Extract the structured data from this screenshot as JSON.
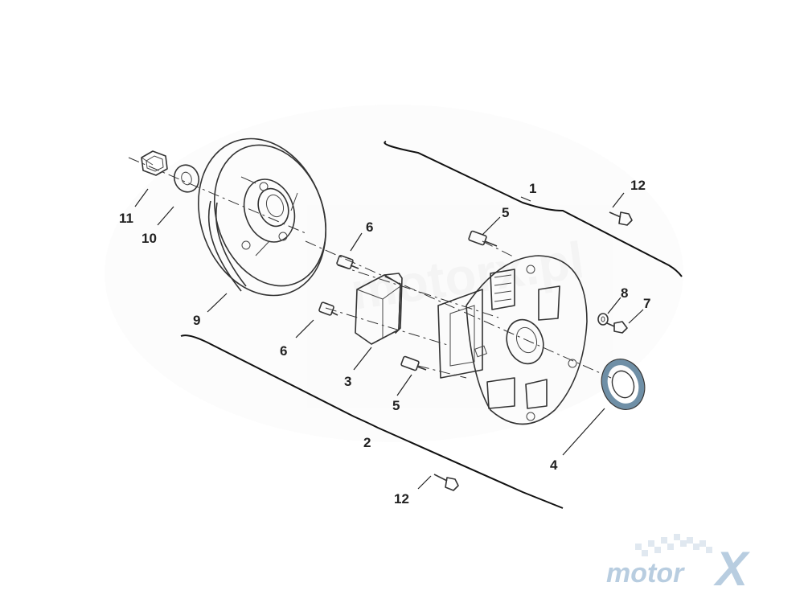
{
  "diagram": {
    "callouts": [
      "1",
      "2",
      "3",
      "4",
      "5",
      "5",
      "6",
      "6",
      "7",
      "8",
      "9",
      "10",
      "11",
      "12",
      "12"
    ],
    "logo": {
      "part_a": "motor",
      "part_b": "X"
    },
    "watermark": "motorx.pl"
  },
  "colors": {
    "line": "#333333",
    "seal": "#6f8fa6",
    "logo": "#b8cde0",
    "watermark": "#dddddd"
  }
}
